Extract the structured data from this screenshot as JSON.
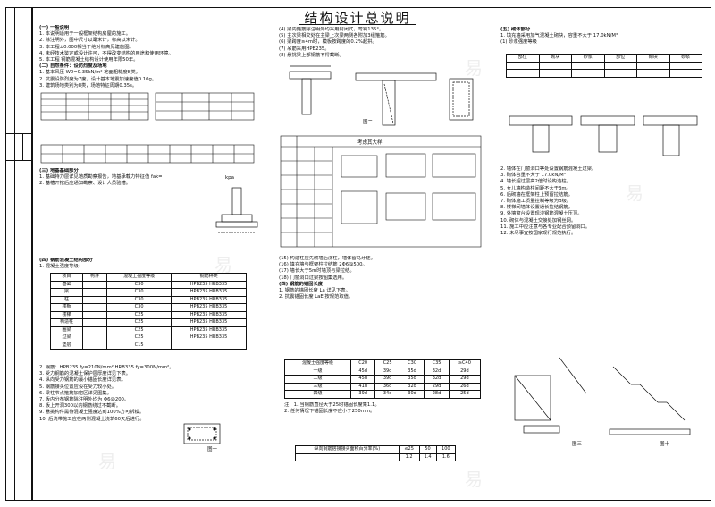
{
  "title": "结构设计总说明",
  "col1": {
    "lines": [
      "(一) 一般说明",
      "1. 本说明适用于一般框架结构房屋的施工。",
      "2. 除注明外，图中尺寸以毫米计，标高以米计。",
      "3. 本工程±0.000相当于绝对标高见建施图。",
      "4. 未经技术鉴定或设计许可，不得改变结构的用途和使用环境。",
      "5. 本工程 钢筋混凝土结构设计使用年限50年。",
      "(二) 自然条件：设防烈度及场地",
      "1. 基本风压 W0=0.35kN/m²  地面粗糙度B类。",
      "2. 抗震设防烈度为7度，设计基本地震加速度值0.10g。",
      "3. 建筑场地类别为II类，场地特征周期0.35s。",
      "(三) 地基基础部分",
      "1. 基础持力层详见地质勘察报告，地基承载力特征值 fak=",
      "2. 基槽开挖后应通知勘察、设计人员验槽。",
      "(四) 钢筋混凝土结构部分",
      "1. 混凝土强度等级："
    ],
    "lines2": [
      "2. 钢筋：HPB235 fy=210N/mm²  HRB335 fy=300N/mm²。",
      "3. 受力钢筋的混凝土保护层厚度详见下表。",
      "4. 纵向受力钢筋的最小锚固长度详见表。",
      "5. 钢筋接头位置应设在受力较小处。",
      "6. 梁柱节点箍筋加密区详见图集。",
      "7. 板内分布钢筋除注明外均为 Φ6@200。",
      "8. 板上开洞300以内钢筋绕过不截断。",
      "9. 悬挑构件需待混凝土强度达到100%方可拆模。",
      "10. 后浇带施工应在两侧混凝土浇筑60天后进行。"
    ],
    "table_header": [
      "项目",
      "构件",
      "混凝土强度等级",
      "钢筋种类"
    ],
    "table_rows": [
      [
        "基础",
        "",
        "C30",
        "HPB235 HRB335"
      ],
      [
        "梁",
        "",
        "C30",
        "HPB235 HRB335"
      ],
      [
        "柱",
        "",
        "C30",
        "HPB235 HRB335"
      ],
      [
        "楼板",
        "",
        "C30",
        "HPB235 HRB335"
      ],
      [
        "楼梯",
        "",
        "C25",
        "HPB235 HRB335"
      ],
      [
        "构造柱",
        "",
        "C25",
        "HPB235 HRB335"
      ],
      [
        "圈梁",
        "",
        "C25",
        "HPB235 HRB335"
      ],
      [
        "过梁",
        "",
        "C25",
        "HPB235 HRB335"
      ],
      [
        "垫层",
        "",
        "C15",
        ""
      ]
    ],
    "kpa": "kpa",
    "fig1": "图一"
  },
  "col2": {
    "lines": [
      "(4) 梁内箍筋除注明外均采用封闭式，弯钩135°。",
      "(5) 主次梁相交处在主梁上次梁两侧各附加3组箍筋。",
      "(6) 梁跨度≥4m时，模板按跨度的0.2%起拱。",
      "(7) 吊筋采用HPB235。",
      "(8) 悬挑梁上部钢筋不得截断。"
    ],
    "fig2": "图二",
    "table_caption": "考虑其大样",
    "lines2": [
      "(15) 构造柱应先砌墙后浇柱，墙体留马牙槎。",
      "(16) 填充墙与框架柱拉结筋 2Φ6@500。",
      "(17) 墙长大于5m时墙顶与梁拉结。",
      "(18) 门窗洞口过梁按图集选用。",
      "(四) 钢筋的锚固长度",
      "1. 钢筋的锚固长度 La 详见下表。",
      "2. 抗震锚固长度 LaE 按规范取值。"
    ],
    "anchor_header": [
      "混凝土强度等级",
      "C20",
      "C25",
      "C30",
      "C35",
      "≥C40"
    ],
    "anchor_rows": [
      [
        "一级",
        "45d",
        "39d",
        "35d",
        "32d",
        "29d"
      ],
      [
        "二级",
        "45d",
        "39d",
        "35d",
        "32d",
        "29d"
      ],
      [
        "三级",
        "41d",
        "36d",
        "32d",
        "29d",
        "26d"
      ],
      [
        "四级",
        "39d",
        "34d",
        "30d",
        "28d",
        "25d"
      ]
    ],
    "lap_header": [
      "纵向钢筋搭接接头面积百分率(%)",
      "≤25",
      "50",
      "100"
    ],
    "lap_values": [
      "1.2",
      "1.4",
      "1.6"
    ],
    "notes": [
      "注：1. 当钢筋直径大于25时锚固长度乘1.1。",
      "2. 任何情况下锚固长度不应小于250mm。"
    ]
  },
  "col3": {
    "lines": [
      "(五) 砌体部分",
      "1. 填充墙采用加气混凝土砌块，容重不大于 17.0kN/M³",
      "(1) 砂浆强度等级"
    ],
    "small_table_header": [
      "部位",
      "砌块",
      "砂浆",
      "部位",
      "砌块",
      "砂浆"
    ],
    "lines2": [
      "2. 墙体在门窗洞口等处设置钢筋混凝土过梁。",
      "3. 砌体容重不大于 17.0kN/M³",
      "4. 墙长超过层高2倍时设构造柱。",
      "5. 女儿墙构造柱间距不大于3m。",
      "6. 后砌墙在框架柱上预留拉结筋。",
      "7. 砌体施工质量控制等级为B级。",
      "8. 楼梯间墙体设置通长拉结钢筋。",
      "9. 外墙窗台设置现浇钢筋混凝土压顶。",
      "10. 砌体与混凝土交接处加钢丝网。",
      "11. 施工中应注意与各专业配合预留洞口。",
      "12. 未尽事宜按国家现行规范执行。"
    ],
    "fig3": "图三",
    "fig_end": "图十"
  },
  "watermark": "易"
}
